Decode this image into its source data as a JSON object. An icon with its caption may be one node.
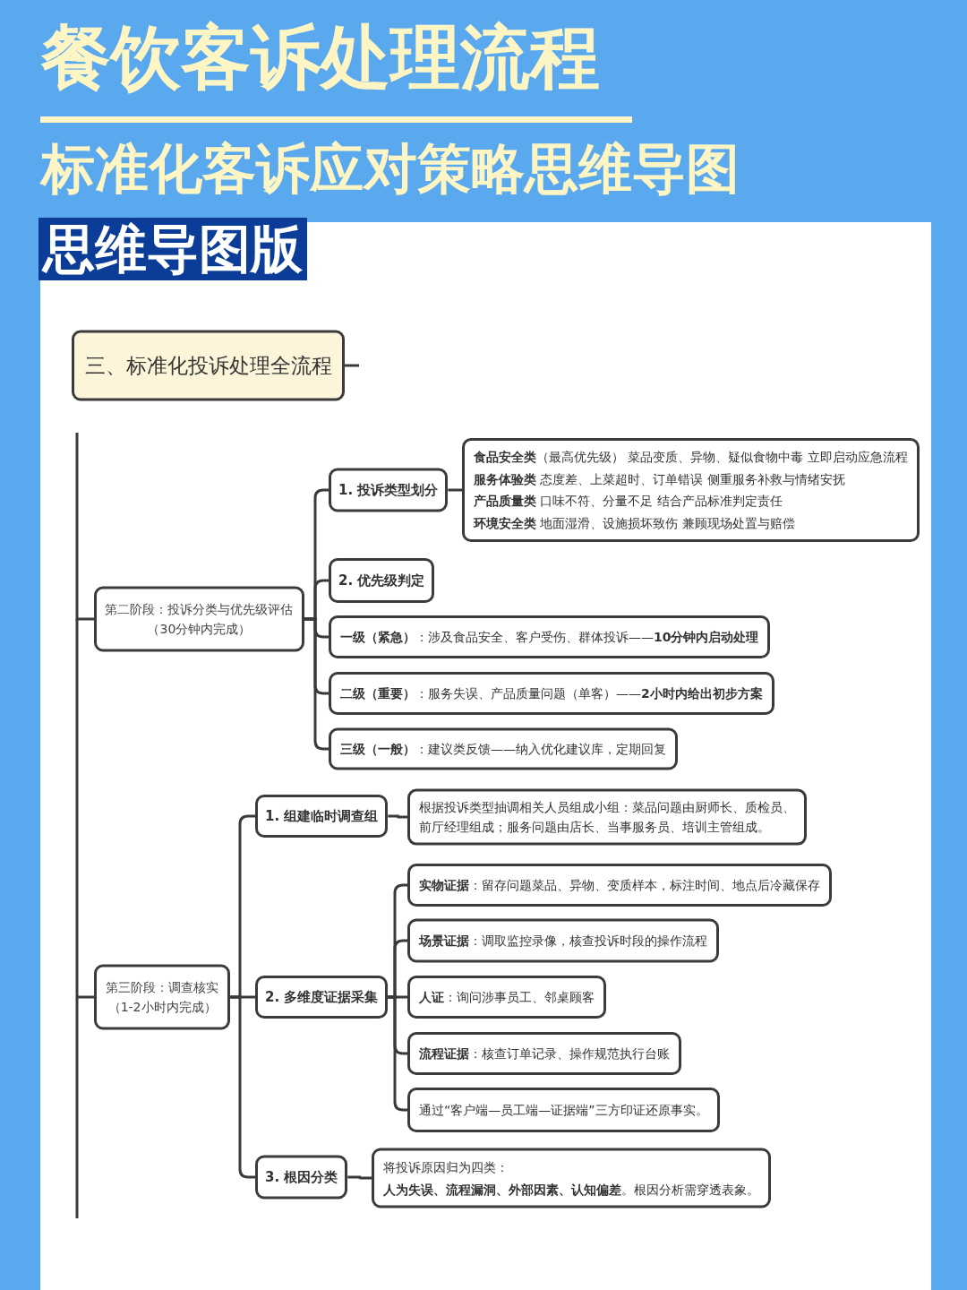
{
  "diagram": {
    "title": "餐饮客诉处理流程",
    "nodes": [
      {
        "text": [
          "三、标准化投诉处理全流程"
        ]
      },
      {
        "text": [
          "第二阶段：投诉分类与优先级评估（30分钟内完成）"
        ]
      },
      {
        "text": [
          "1. 投诉类型划分"
        ]
      },
      {
        "text": [
          "**食品安全类**（最高优先级） 菜品变质、异物、疑似食物中毒 立即启动应急流程",
          "**服务体验类** 态度差、上菜超时、订单错误 侧重服务补救与情绪安抚",
          "**产品质量类** 口味不符、分量不足 结合产品标准判定责任",
          "**环境安全类** 地面湿滑、设施损坏致伤 兼顾现场处置与赔偿"
        ]
      },
      {
        "text": [
          "2. 优先级判定"
        ]
      },
      {
        "text": [
          "**一级（紧急）**：涉及食品安全、客户受伤、群体投诉——**10分钟内启动处理**"
        ]
      },
      {
        "text": [
          "**二级（重要）**：服务失误、产品质量问题（单客）——**2小时内给出初步方案**"
        ]
      },
      {
        "text": [
          "**三级（一般）**：建议类反馈——纳入优化建议库，定期回复"
        ]
      },
      {
        "text": [
          "第三阶段：调查核实（1-2小时内完成）"
        ]
      },
      {
        "text": [
          "1. 组建临时调查组"
        ]
      },
      {
        "text": [
          "根据投诉类型抽调相关人员组成小组：菜品问题由厨师长、质检员、前厅经理组成；服务问题由店长、当事服务员、培训主管组成。"
        ]
      },
      {
        "text": [
          "2. 多维度证据采集"
        ]
      },
      {
        "text": [
          "**实物证据**：留存问题菜品、异物、变质样本，标注时间、地点后冷藏保存"
        ]
      },
      {
        "text": [
          "**场景证据**：调取监控录像，核查投诉时段的操作流程"
        ]
      },
      {
        "text": [
          "**人证**：询问涉事员工、邻桌顾客"
        ]
      },
      {
        "text": [
          "**流程证据**：核查订单记录、操作规范执行台账"
        ]
      },
      {
        "text": [
          "通过“客户端—员工端—证据端”三方印证还原事实。"
        ]
      },
      {
        "text": [
          "3. 根因分类"
        ]
      },
      {
        "text": [
          "将投诉原因归为四类：",
          "**人为失误、流程漏洞、外部因素、认知偏差**。根因分析需穿透表象。"
        ]
      }
    ],
    "edges": [
      {
        "from": 0,
        "to": null,
        "arrow": "none"
      },
      {
        "from": null,
        "to": 1,
        "arrow": "none"
      },
      {
        "from": null,
        "to": 8,
        "arrow": "none"
      },
      {
        "from": 1,
        "to": 2,
        "arrow": "none"
      },
      {
        "from": 1,
        "to": 4,
        "arrow": "none"
      },
      {
        "from": 1,
        "to": 5,
        "arrow": "none"
      },
      {
        "from": 1,
        "to": 6,
        "arrow": "none"
      },
      {
        "from": 1,
        "to": 7,
        "arrow": "none"
      },
      {
        "from": 2,
        "to": 3,
        "arrow": "none"
      },
      {
        "from": 8,
        "to": 9,
        "arrow": "none"
      },
      {
        "from": 8,
        "to": 11,
        "arrow": "none"
      },
      {
        "from": 8,
        "to": 17,
        "arrow": "none"
      },
      {
        "from": 9,
        "to": 10,
        "arrow": "none"
      },
      {
        "from": 11,
        "to": 12,
        "arrow": "none"
      },
      {
        "from": 11,
        "to": 13,
        "arrow": "none"
      },
      {
        "from": 11,
        "to": 14,
        "arrow": "none"
      },
      {
        "from": 11,
        "to": 15,
        "arrow": "none"
      },
      {
        "from": 11,
        "to": 16,
        "arrow": "none"
      },
      {
        "from": 17,
        "to": 18,
        "arrow": "none"
      }
    ],
    "labels": [
      "标准化客诉应对策略思维导图",
      "思维导图版"
    ]
  }
}
